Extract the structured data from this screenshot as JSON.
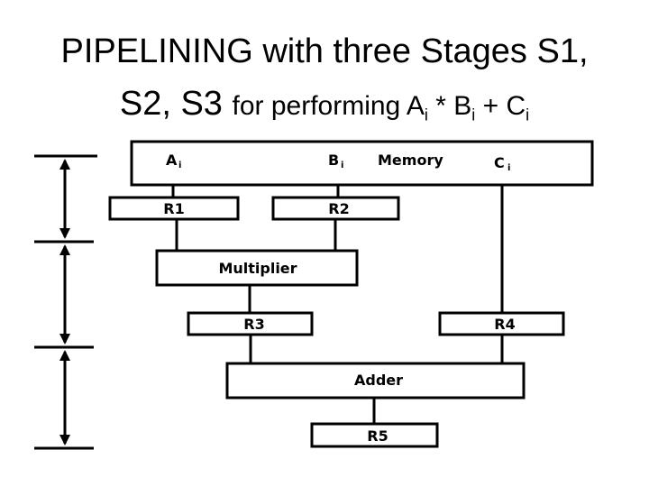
{
  "title": {
    "part1": "PIPELINING with three Stages S1,",
    "part2a": "S2, S3",
    "part2b": "for performing A",
    "sub1": "i",
    "op1": " * B",
    "sub2": "i",
    "op2": " + C",
    "sub3": "i"
  },
  "diagram": {
    "memory": {
      "label": "Memory",
      "a": "A",
      "b": "B",
      "c": "C",
      "sub": "i"
    },
    "r1": "R1",
    "r2": "R2",
    "multiplier": "Multiplier",
    "r3": "R3",
    "r4": "R4",
    "adder": "Adder",
    "r5": "R5"
  }
}
